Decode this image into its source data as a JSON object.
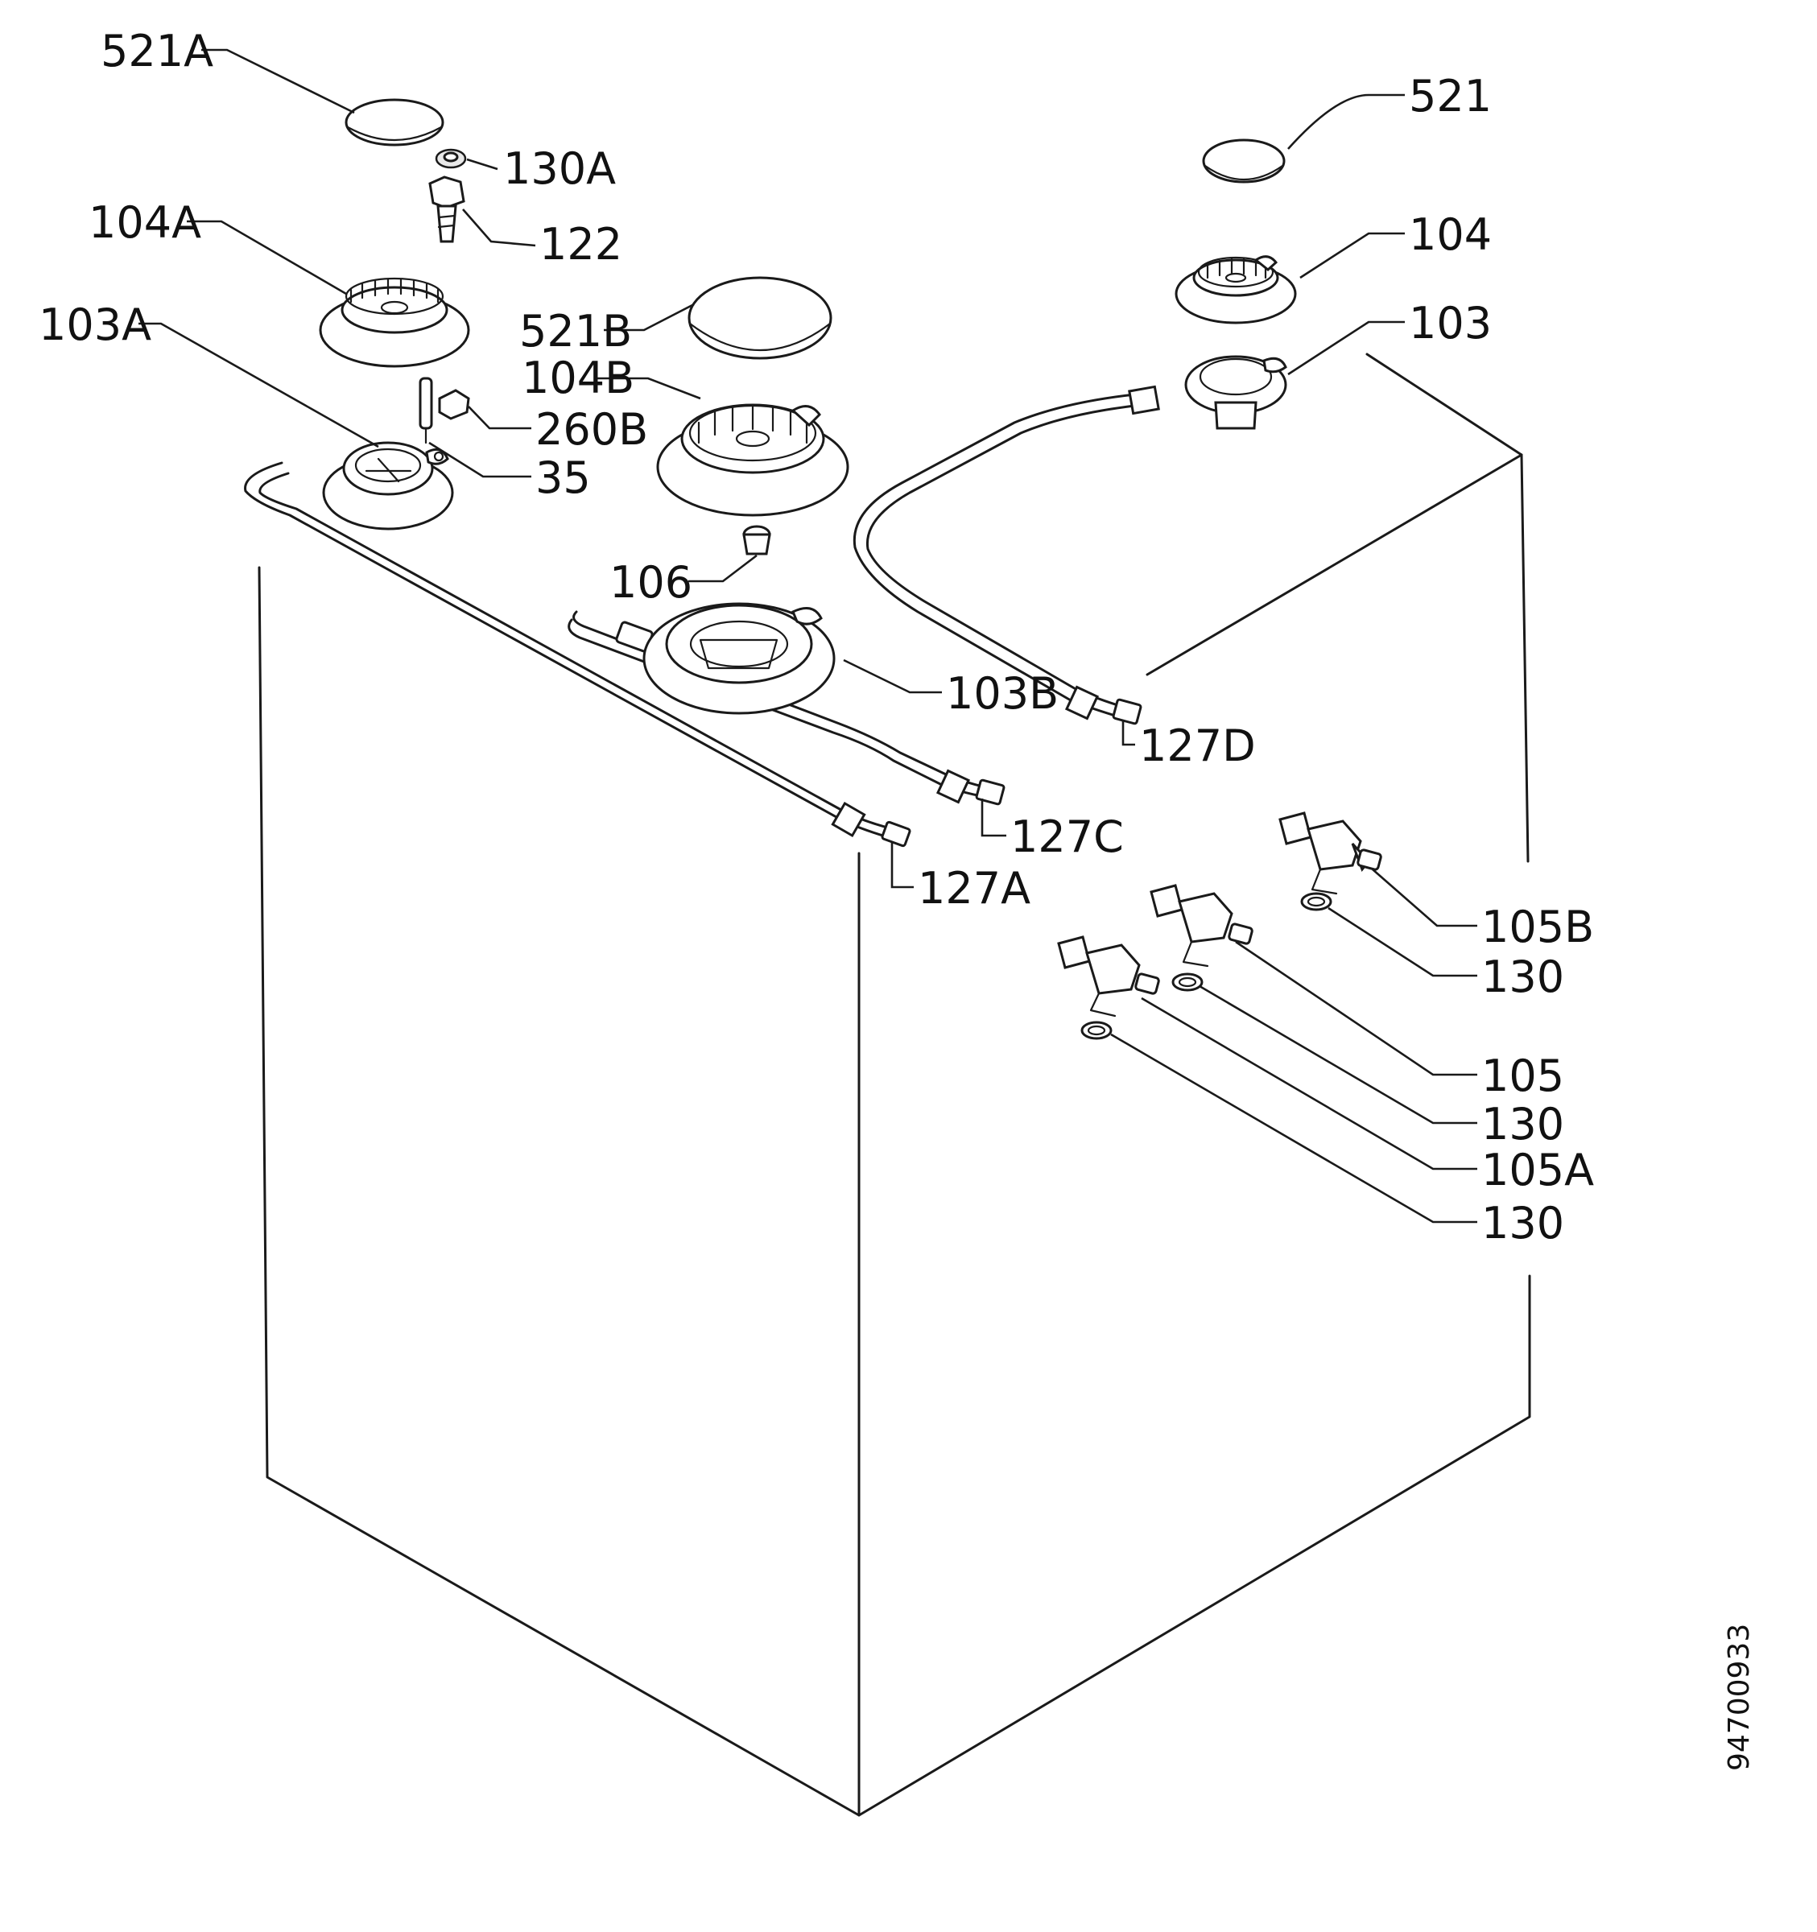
{
  "document_number": "94700933",
  "labels": {
    "l521A": "521A",
    "l130A": "130A",
    "l122": "122",
    "l104A": "104A",
    "l103A": "103A",
    "l521B": "521B",
    "l104B": "104B",
    "l260B": "260B",
    "l35": "35",
    "l106": "106",
    "l103B": "103B",
    "l127D": "127D",
    "l127C": "127C",
    "l127A": "127A",
    "l521": "521",
    "l104": "104",
    "l103": "103",
    "l105B": "105B",
    "l130a": "130",
    "l105": "105",
    "l130b": "130",
    "l105A": "105A",
    "l130c": "130"
  }
}
